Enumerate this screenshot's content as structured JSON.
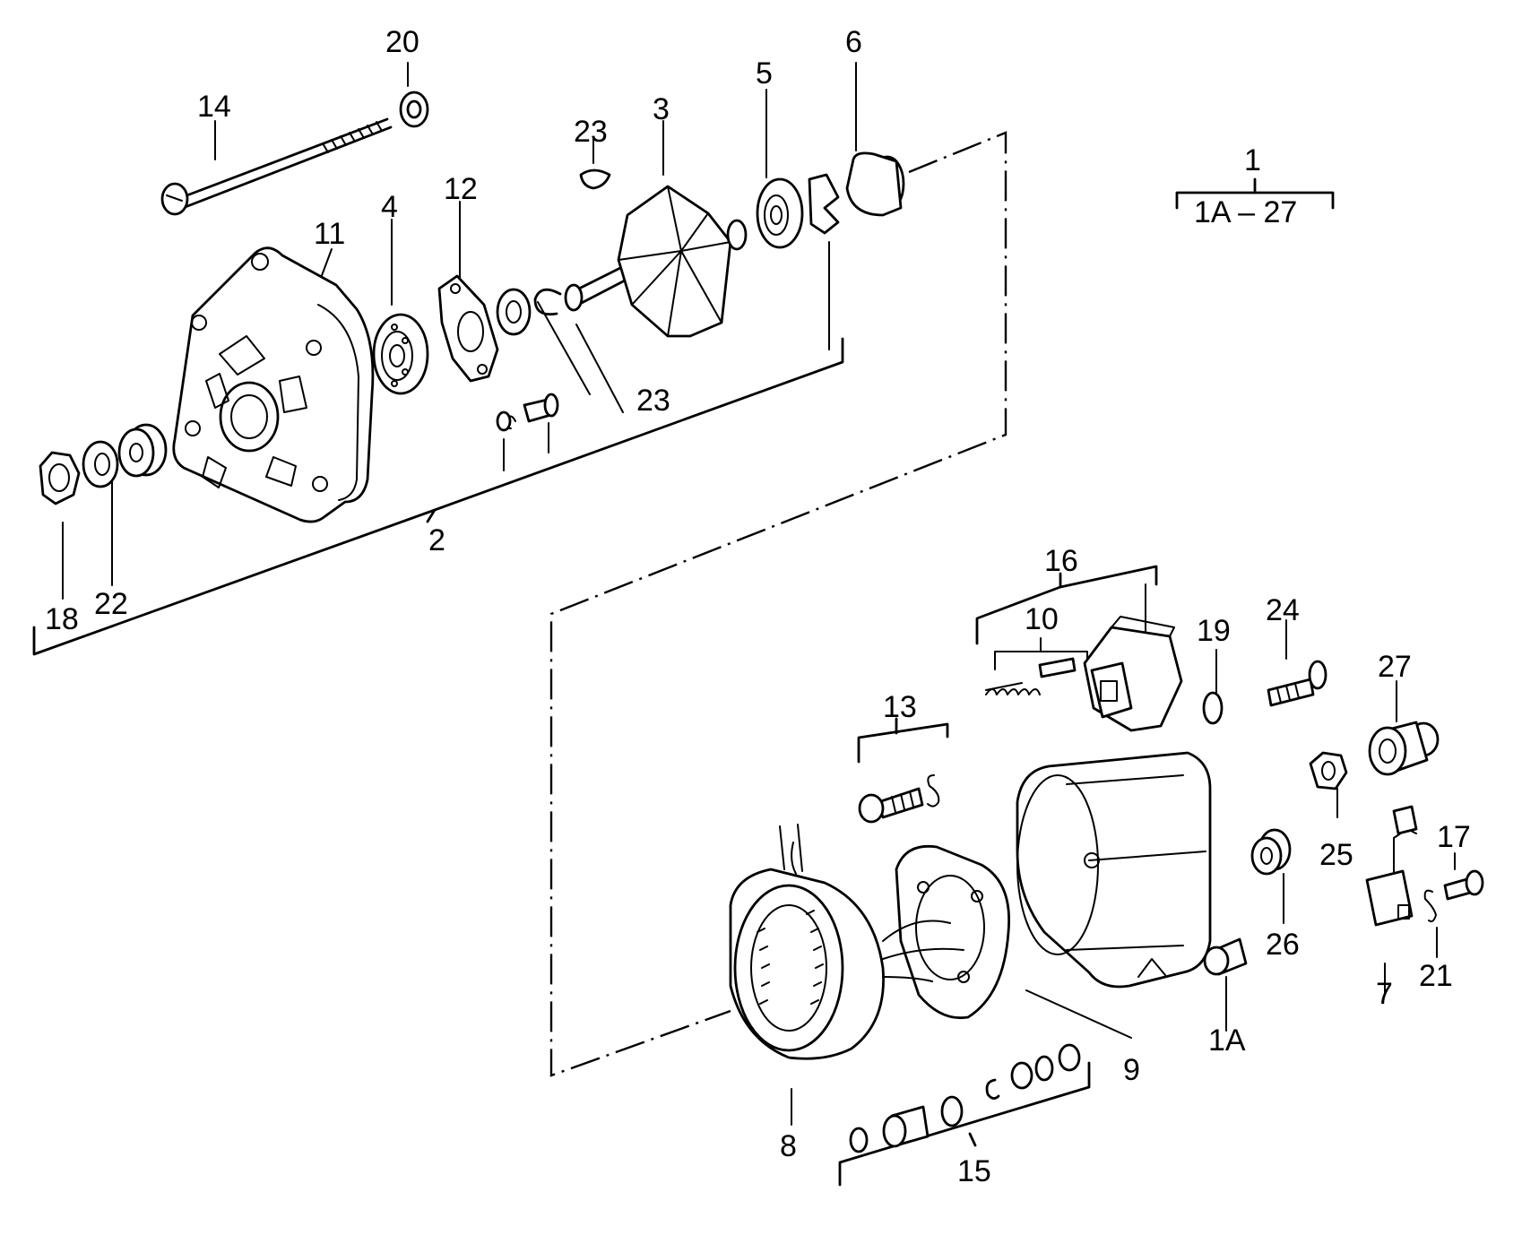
{
  "diagram": {
    "labels": {
      "p1": "1",
      "p1_range": "1A – 27",
      "p1A": "1A",
      "p2": "2",
      "p3": "3",
      "p4": "4",
      "p5": "5",
      "p6": "6",
      "p7": "7",
      "p8": "8",
      "p9": "9",
      "p10": "10",
      "p11": "11",
      "p12": "12",
      "p13": "13",
      "p14": "14",
      "p15": "15",
      "p16": "16",
      "p17": "17",
      "p18": "18",
      "p19": "19",
      "p20": "20",
      "p21": "21",
      "p22": "22",
      "p23a": "23",
      "p23b": "23",
      "p24": "24",
      "p25": "25",
      "p26": "26",
      "p27": "27"
    }
  }
}
